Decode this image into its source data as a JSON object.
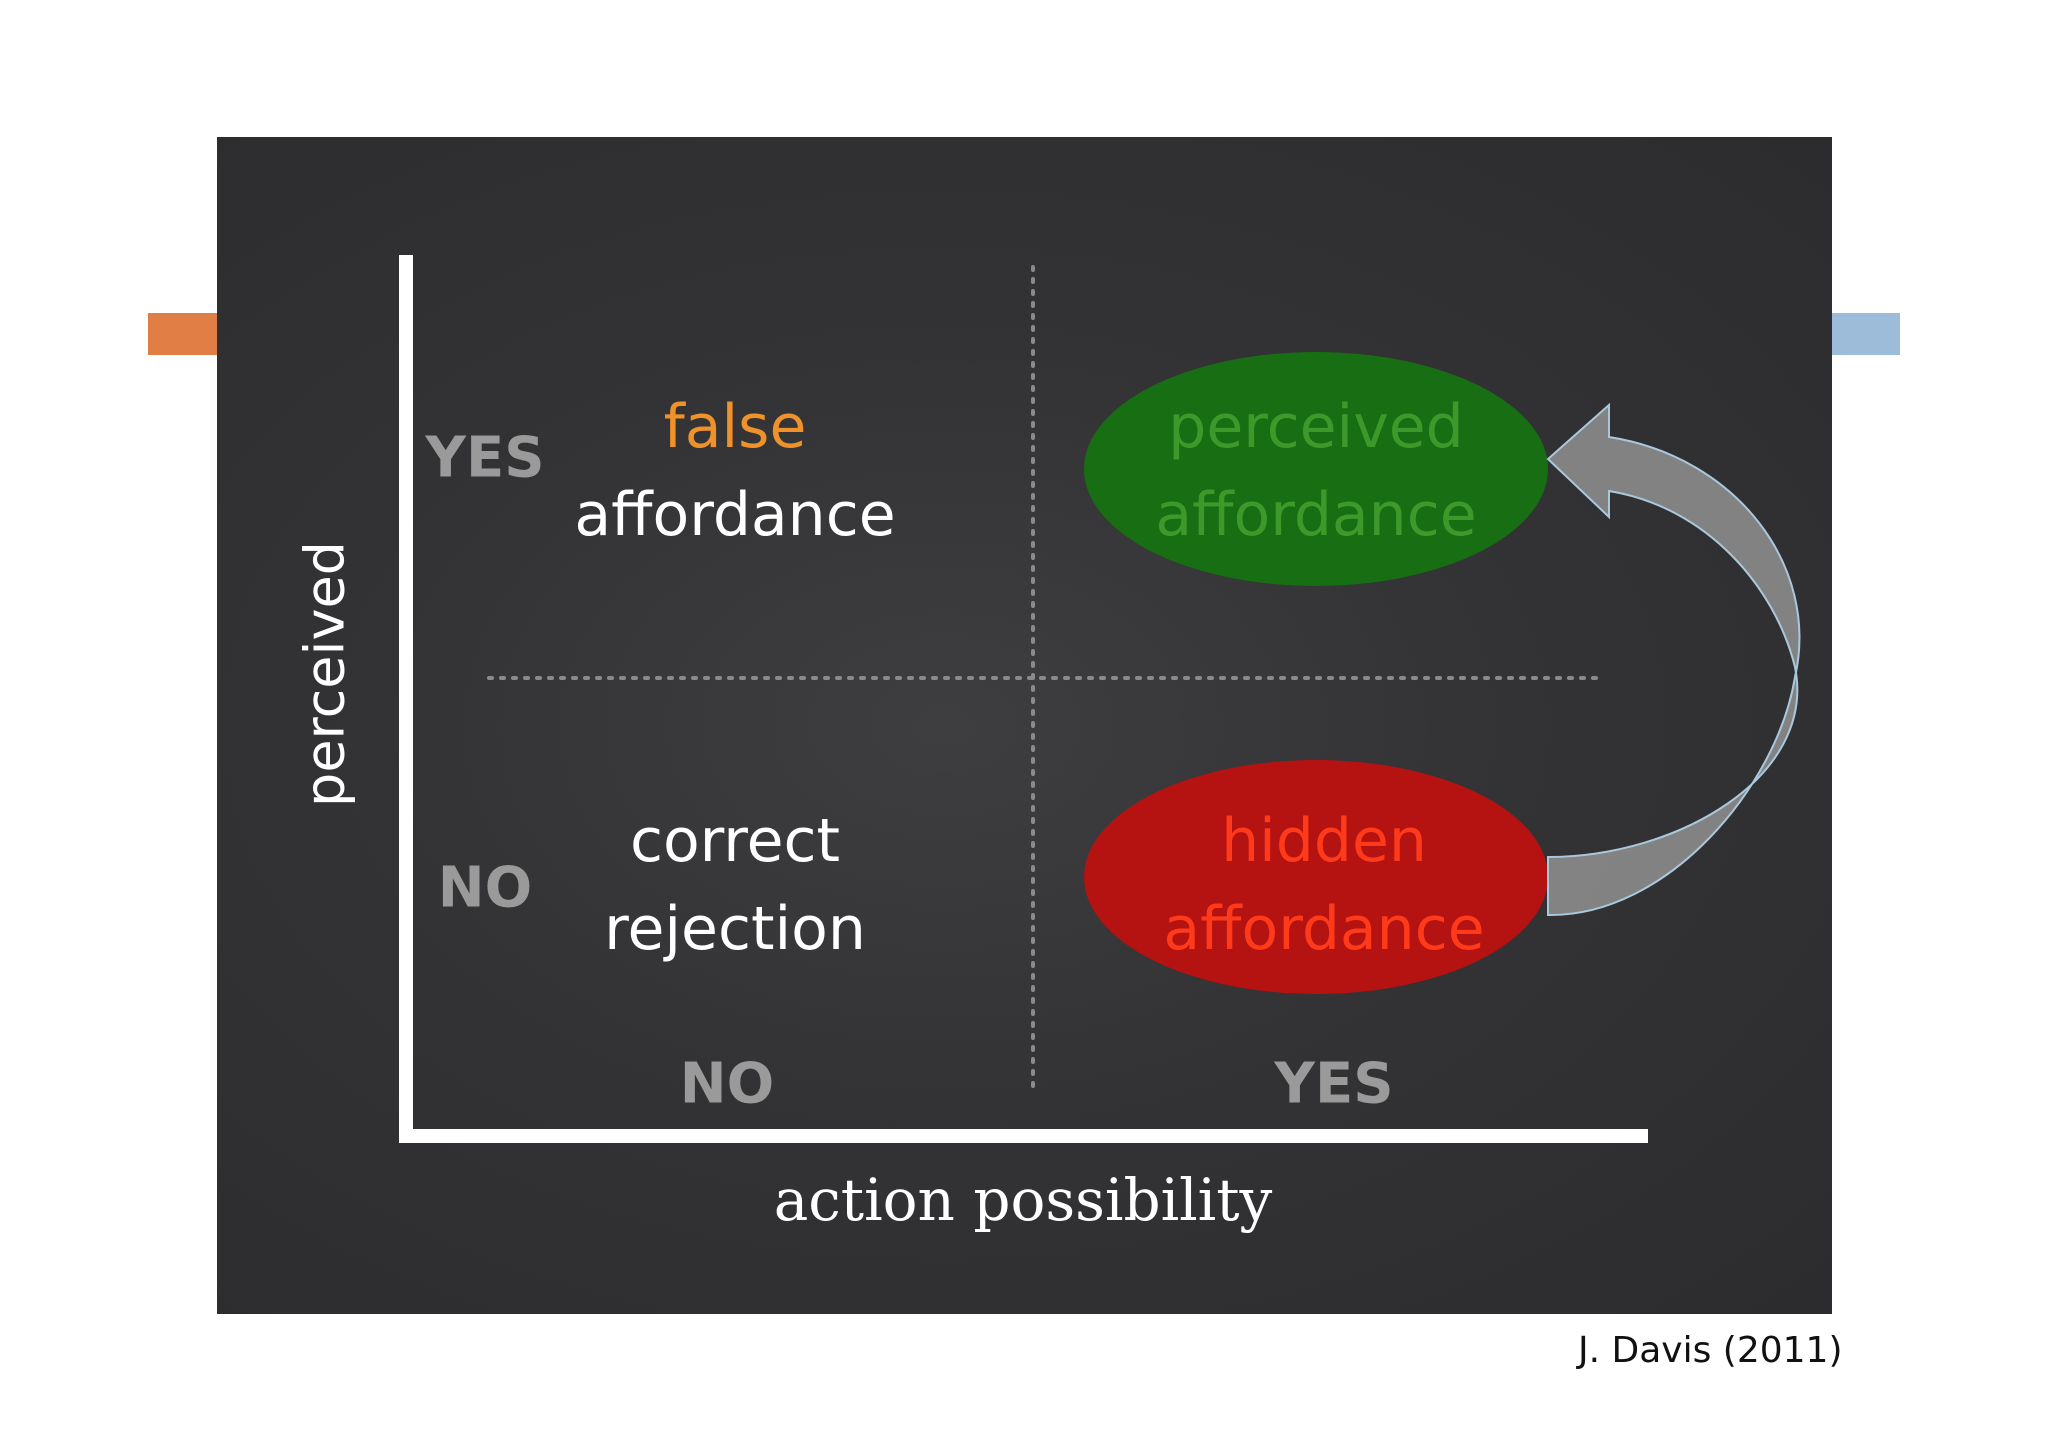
{
  "colors": {
    "panel_background": "#333335",
    "accent_left": "#e07e45",
    "accent_right": "#9dbcd9",
    "false_affordance_text": "#f0922a",
    "perceived_affordance_fill": "#186e12",
    "perceived_affordance_text": "#3d9a2a",
    "hidden_affordance_fill": "#b51212",
    "hidden_affordance_text": "#ff3a1a",
    "arrow_fill": "#8c8c8c",
    "arrow_stroke": "#a9c8dc"
  },
  "diagram": {
    "y_axis_label": "perceived",
    "x_axis_label": "action possibility",
    "y_ticks": {
      "yes": "YES",
      "no": "NO"
    },
    "x_ticks": {
      "no": "NO",
      "yes": "YES"
    },
    "cells": {
      "top_left": {
        "line1": "false",
        "line2": "affordance"
      },
      "top_right": {
        "line1": "perceived",
        "line2": "affordance"
      },
      "bottom_left": {
        "line1": "correct",
        "line2": "rejection"
      },
      "bottom_right": {
        "line1": "hidden",
        "line2": "affordance"
      }
    },
    "arrow": "hidden affordance → perceived affordance"
  },
  "citation": "J. Davis (2011)"
}
